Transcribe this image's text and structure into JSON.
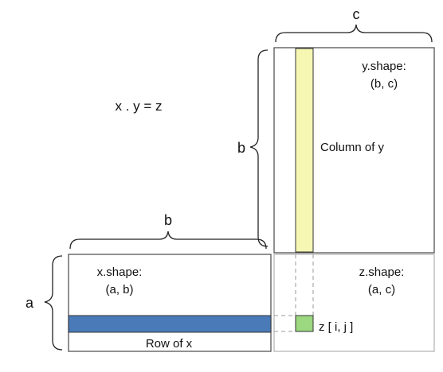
{
  "equation": "x . y = z",
  "dims": {
    "c_top": "c",
    "b_left": "b",
    "b_top": "b",
    "a_left": "a"
  },
  "y_matrix": {
    "shape_label": "y.shape:",
    "shape_value": "(b, c)",
    "column_label": "Column of y",
    "column_color": "#f5f7b3"
  },
  "x_matrix": {
    "shape_label": "x.shape:",
    "shape_value": "(a, b)",
    "row_label": "Row of x",
    "row_color": "#4a7ab8"
  },
  "z_matrix": {
    "shape_label": "z.shape:",
    "shape_value": "(a, c)",
    "cell_label": "z [ i,  j ]",
    "cell_color": "#9bd87f"
  }
}
